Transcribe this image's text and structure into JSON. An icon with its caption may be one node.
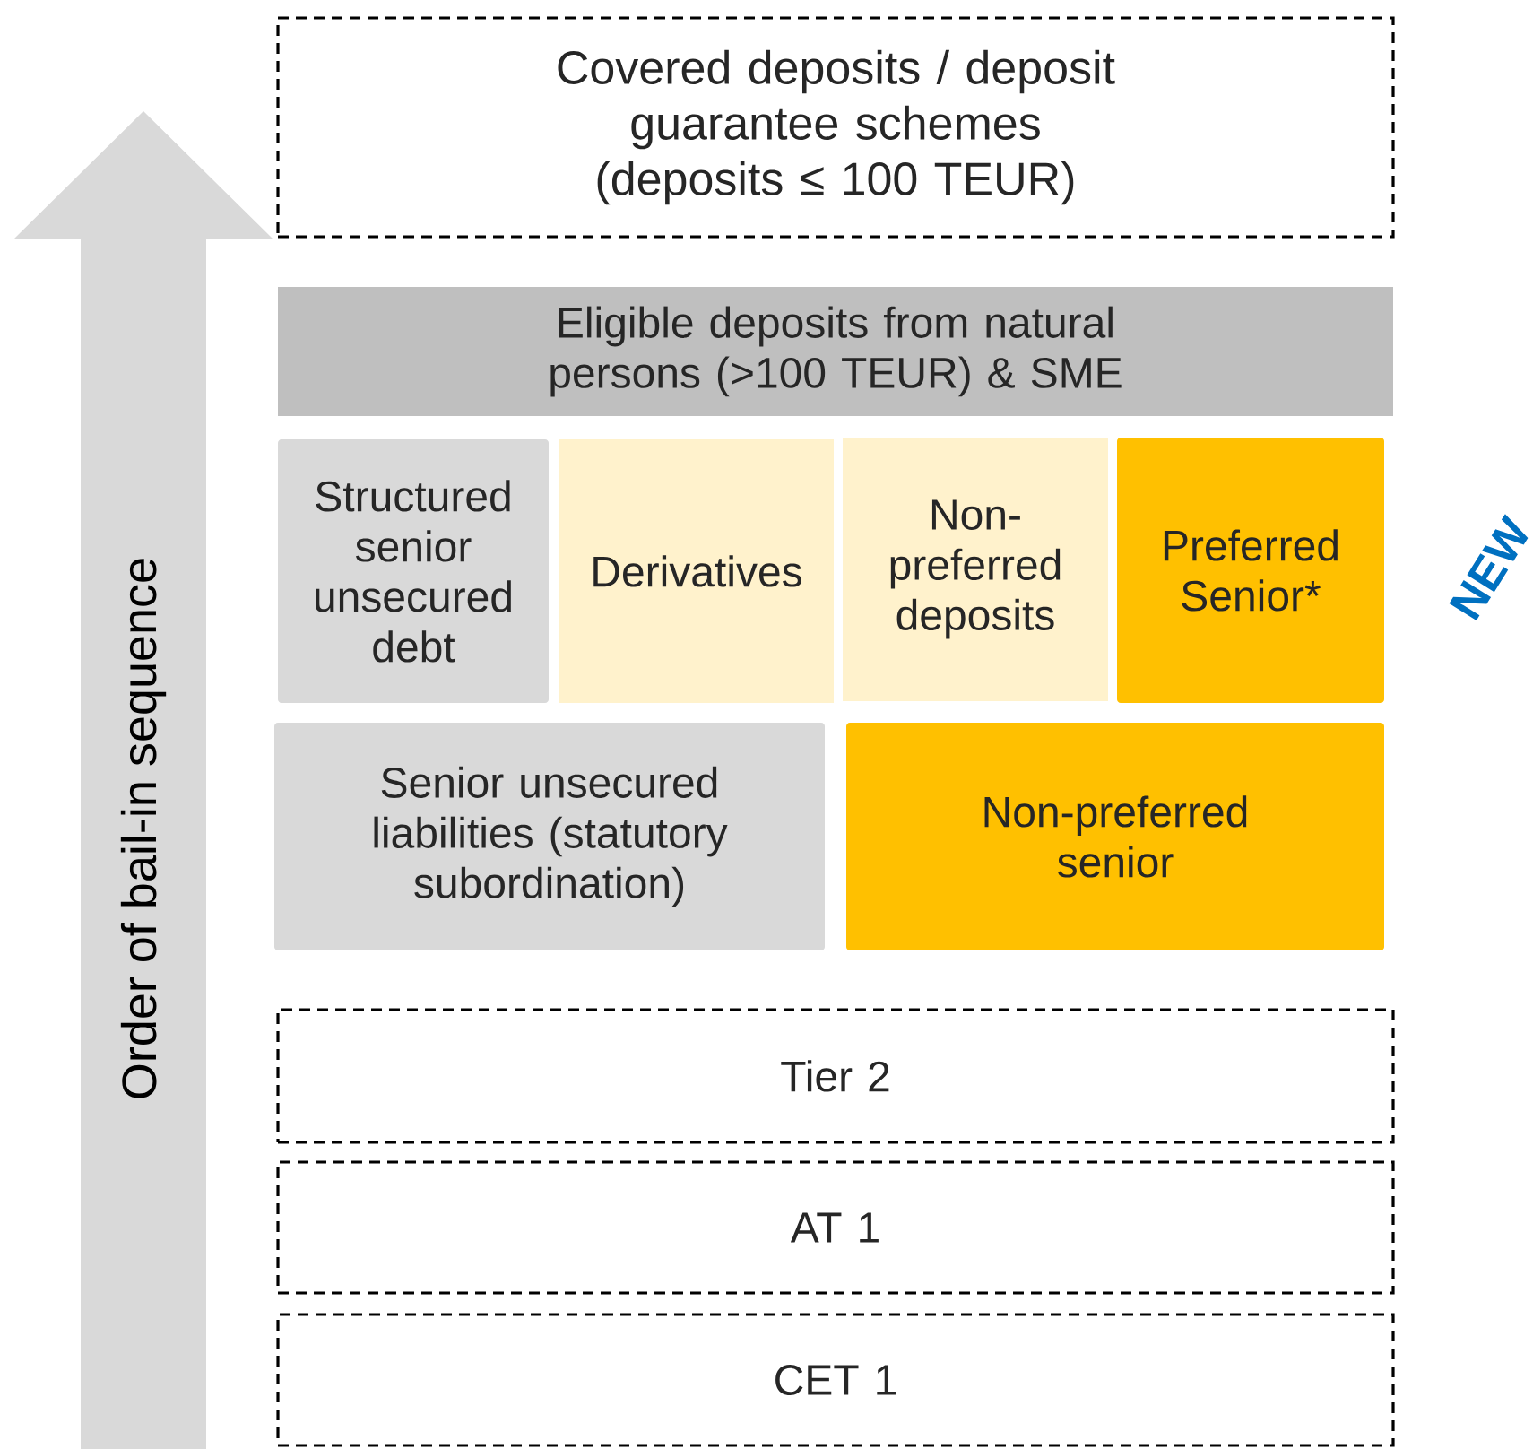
{
  "diagram": {
    "nodes": [
      {
        "text": [
          "Covered deposits / deposit guarantee schemes (deposits ≤ 100 TEUR)"
        ]
      },
      {
        "text": [
          "Eligible deposits from natural persons (>100 TEUR) & SME"
        ]
      },
      {
        "text": [
          "Structured senior unsecured debt"
        ]
      },
      {
        "text": [
          "Derivatives"
        ]
      },
      {
        "text": [
          "Non-preferred deposits"
        ]
      },
      {
        "text": [
          "Preferred Senior*"
        ]
      },
      {
        "text": [
          "Senior unsecured liabilities (statutory subordination)"
        ]
      },
      {
        "text": [
          "Non-preferred senior"
        ]
      },
      {
        "text": [
          "Tier 2"
        ]
      },
      {
        "text": [
          "AT 1"
        ]
      },
      {
        "text": [
          "CET 1"
        ]
      },
      {
        "text": [
          "Order of bail-in sequence"
        ]
      }
    ],
    "labels": [
      "NEW"
    ]
  }
}
